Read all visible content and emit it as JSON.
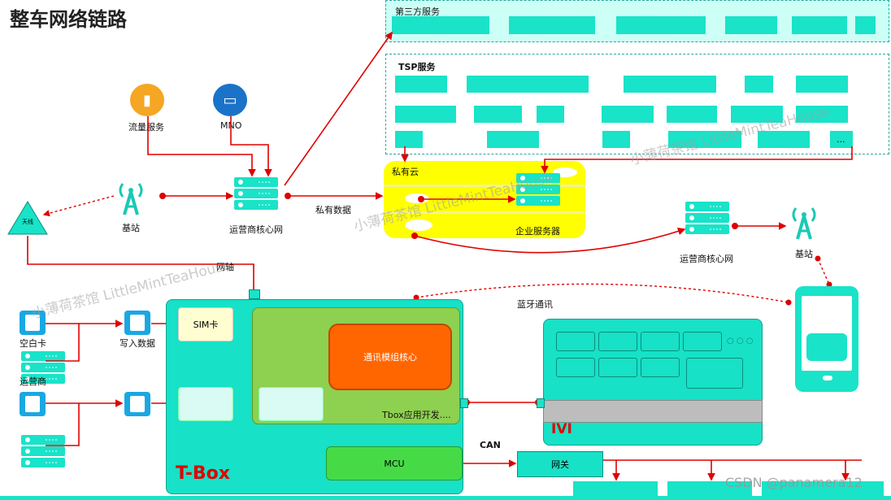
{
  "title": "整车网络链路",
  "third_party": {
    "label": "第三方服务"
  },
  "tsp": {
    "label": "TSP服务",
    "more": "..."
  },
  "private_cloud": {
    "label": "私有云",
    "server_label": "企业服务器"
  },
  "flow_service": "流量服务",
  "mno": "MNO",
  "core_net_left": "运营商核心网",
  "core_net_right": "运营商核心网",
  "base_station_left": "基站",
  "base_station_right": "基站",
  "antenna": "天线",
  "private_data": "私有数据",
  "feeder": "网轴",
  "bluetooth": "蓝牙通讯",
  "blank_card": "空白卡",
  "operator": "运营商",
  "write_data": "写入数据",
  "sim_card": "SIM卡",
  "comm_core": "通讯模组核心",
  "tbox_app": "Tbox应用开发....",
  "mcu": "MCU",
  "tbox_name": "T-Box",
  "ivi_name": "IVI",
  "can": "CAN",
  "gateway": "网关",
  "watermarks": [
    "小薄荷茶馆 LittleMintTeaHouse",
    "小薄荷茶馆 LittleMintTeaHouse",
    "小薄荷茶馆 LittleMintTeaHouse"
  ],
  "csdn_mark": "CSDN @panamera12",
  "colors": {
    "cyan": "#19e3c8",
    "yellow": "#ffff00",
    "orange": "#ff6600",
    "green": "#46db46",
    "line": "#e00000",
    "title": "#222222"
  }
}
